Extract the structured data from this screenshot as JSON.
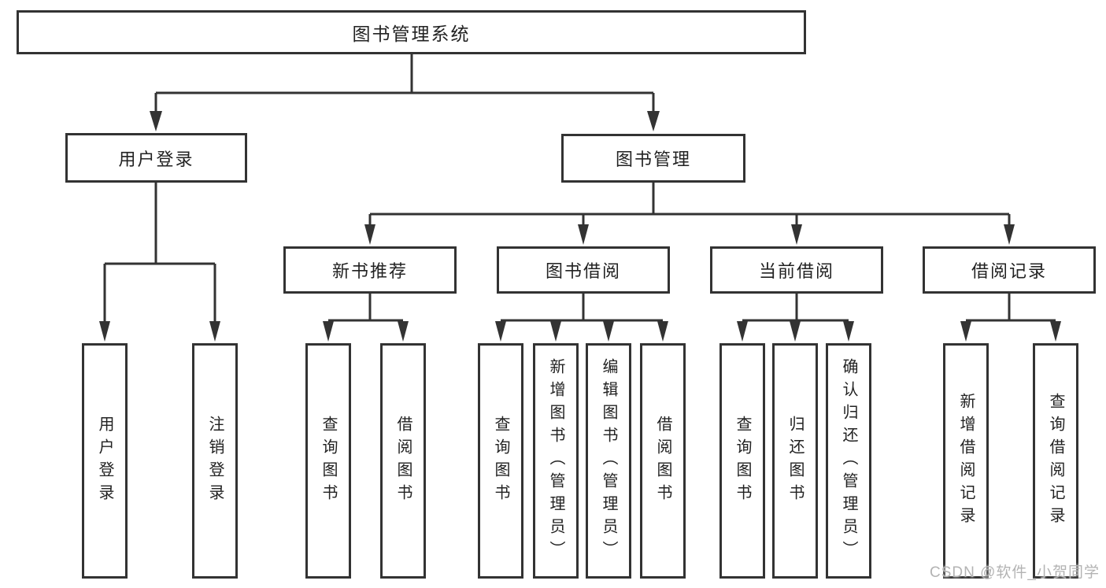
{
  "page": {
    "colors": {
      "line": "#333333",
      "text": "#222222",
      "watermark": "#b3b3b3",
      "background": "#ffffff"
    },
    "watermark": {
      "text": "CSDN @软件_小贺同学"
    }
  },
  "nodes": {
    "root": "图书管理系统",
    "l2": {
      "user_login": "用户登录",
      "book_management": "图书管理"
    },
    "l3": {
      "new_book_recommend": "新书推荐",
      "book_borrow": "图书借阅",
      "current_borrow": "当前借阅",
      "borrow_records": "借阅记录"
    },
    "leaves": {
      "user_login": "用户登录",
      "logout": "注销登录",
      "query_books_a": "查询图书",
      "borrow_books_a": "借阅图书",
      "query_books_b": "查询图书",
      "add_books_admin": "新增图书（管理员）",
      "edit_books_admin": "编辑图书（管理员）",
      "borrow_books_b": "借阅图书",
      "query_books_c": "查询图书",
      "return_books": "归还图书",
      "confirm_return_admin": "确认归还（管理员）",
      "add_borrow_record": "新增借阅记录",
      "query_borrow_record": "查询借阅记录"
    }
  }
}
